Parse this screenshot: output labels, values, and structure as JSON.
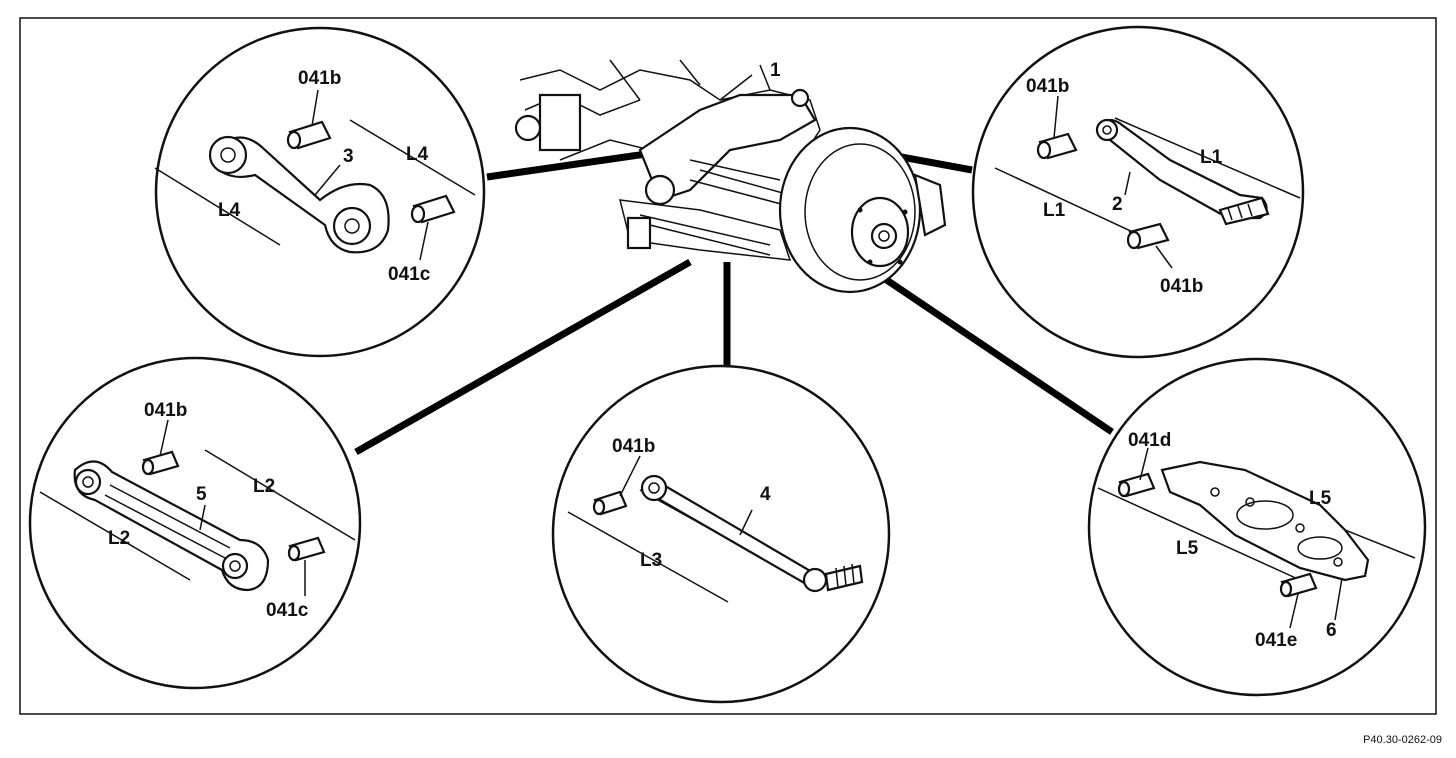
{
  "figure_id": "P40.30-0262-09",
  "labels": {
    "main": "1",
    "tl_041b": "041b",
    "tl_3": "3",
    "tl_L4a": "L4",
    "tl_L4b": "L4",
    "tl_041c": "041c",
    "tr_041b_top": "041b",
    "tr_L1a": "L1",
    "tr_2": "2",
    "tr_L1b": "L1",
    "tr_041b_bot": "041b",
    "bl_041b": "041b",
    "bl_L2a": "L2",
    "bl_5": "5",
    "bl_L2b": "L2",
    "bl_041c": "041c",
    "bm_041b": "041b",
    "bm_4": "4",
    "bm_L3": "L3",
    "br_041d": "041d",
    "br_L5a": "L5",
    "br_L5b": "L5",
    "br_041e": "041e",
    "br_6": "6"
  }
}
